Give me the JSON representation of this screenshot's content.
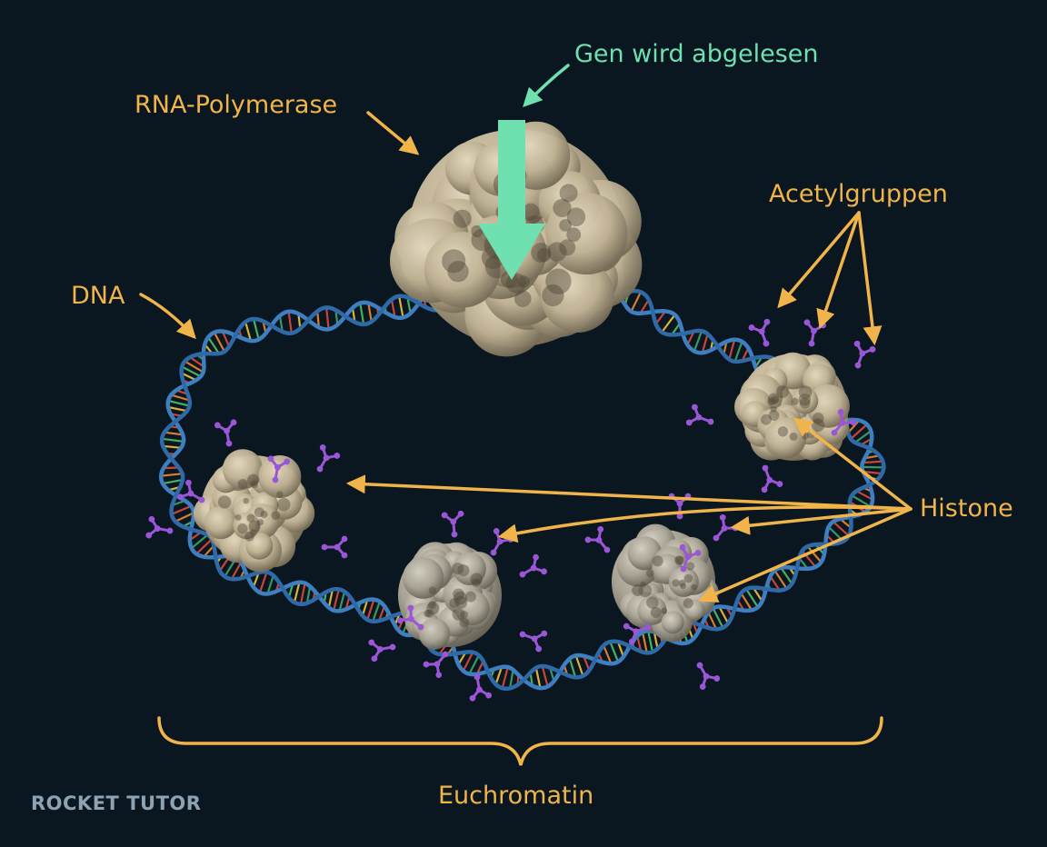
{
  "labels": {
    "gene_read": "Gen wird abgelesen",
    "rna_polymerase": "RNA-Polymerase",
    "acetyl_groups": "Acetylgruppen",
    "dna": "DNA",
    "histones": "Histone",
    "euchromatin": "Euchromatin"
  },
  "logo": {
    "text": "ROCKET TUTOR"
  },
  "colors": {
    "background": "#0a1620",
    "label": "#f0b44a",
    "highlight_arrow": "#6fe0b0",
    "dna_backbone": "#3d7fc0",
    "protein": "#c3b69a",
    "acetyl": "#9a56d6"
  }
}
